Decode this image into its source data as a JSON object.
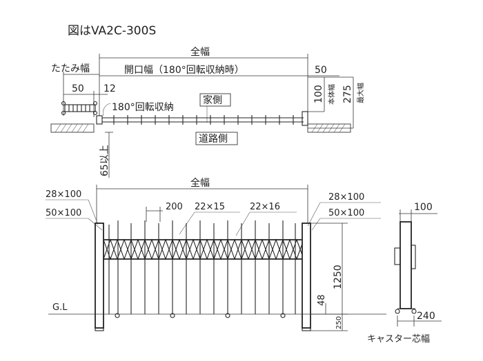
{
  "title": "図はVA2C-300S",
  "top_view": {
    "overall_width": "全幅",
    "folded_width": "たたみ幅",
    "opening_width": "開口幅（180°回転収納時）",
    "dim_50_right": "50",
    "dim_50_left": "50",
    "dim_12": "12",
    "rotation_note": "180°回転収納",
    "house_side": "家側",
    "road_side": "道路側",
    "dim_65": "65以上",
    "dim_100": "100",
    "body_width": "本体幅",
    "dim_275": "275",
    "max_width": "最大幅"
  },
  "front_view": {
    "overall_width": "全幅",
    "post_left_1": "28×100",
    "post_left_2": "50×100",
    "post_right_1": "28×100",
    "post_right_2": "50×100",
    "dim_200": "200",
    "bar_1": "22×15",
    "bar_2": "22×16",
    "ground_line": "G.L",
    "height_1250": "1250",
    "dim_48": "48",
    "dim_250": "250"
  },
  "side_view": {
    "dim_100": "100",
    "dim_240": "240",
    "caster_width": "キャスター芯幅"
  }
}
